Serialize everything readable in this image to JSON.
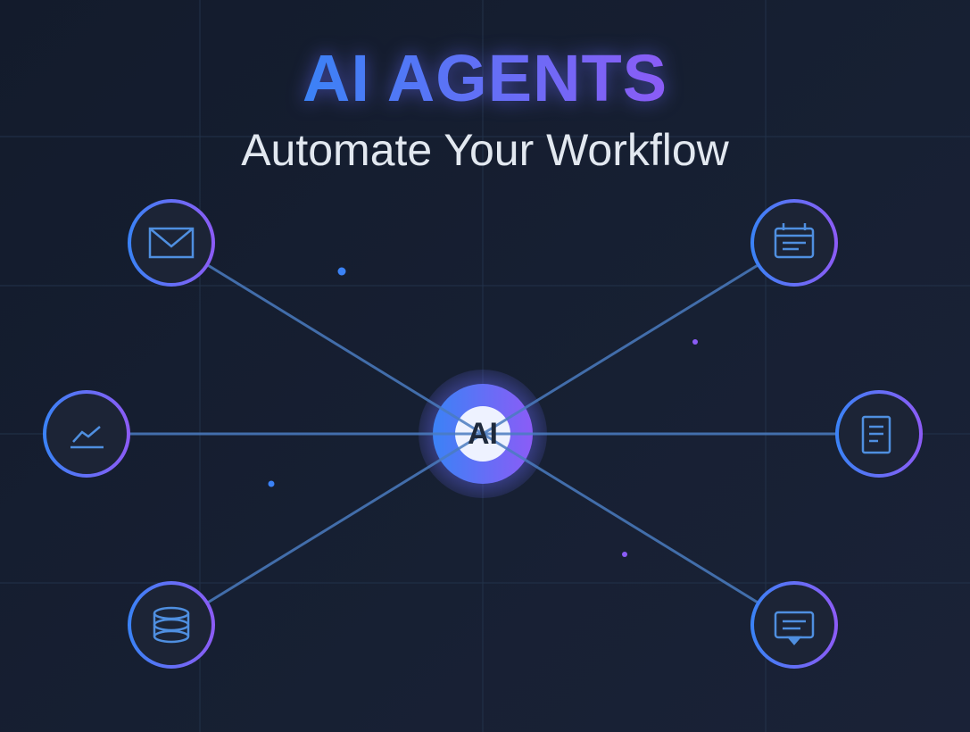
{
  "header": {
    "title": "AI AGENTS",
    "subtitle": "Automate Your Workflow"
  },
  "hub": {
    "label": "AI"
  },
  "nodes": [
    {
      "id": "email",
      "icon": "envelope-icon"
    },
    {
      "id": "calendar",
      "icon": "calendar-icon"
    },
    {
      "id": "analytics",
      "icon": "line-chart-icon"
    },
    {
      "id": "document",
      "icon": "document-icon"
    },
    {
      "id": "database",
      "icon": "database-icon"
    },
    {
      "id": "chat",
      "icon": "chat-bubble-icon"
    }
  ],
  "colors": {
    "accent_blue": "#3b82f6",
    "accent_purple": "#8b5cf6",
    "line": "#4a7bc0",
    "background": "#151d2f"
  }
}
